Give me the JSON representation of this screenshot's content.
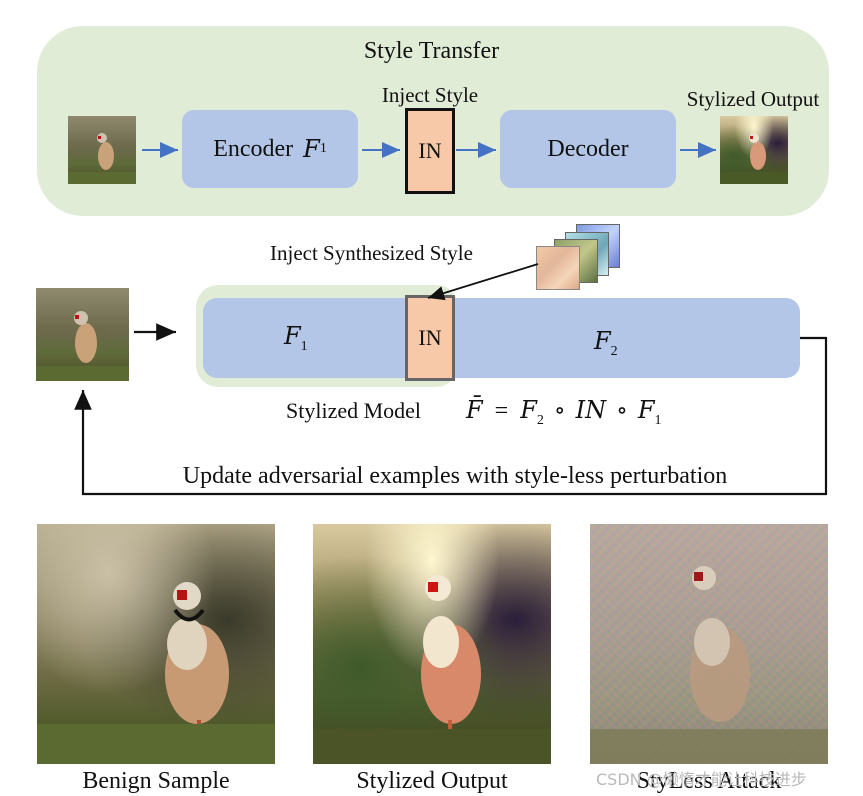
{
  "style_transfer": {
    "title": "Style Transfer",
    "encoder_label": "Encoder",
    "encoder_symbol": "F",
    "encoder_subscript": "1",
    "inject_style_label": "Inject Style",
    "in_label": "IN",
    "decoder_label": "Decoder",
    "stylized_output_label": "Stylized Output"
  },
  "stylized_model": {
    "inject_synthesized_label": "Inject Synthesized Style",
    "f1_symbol": "F",
    "f1_subscript": "1",
    "in_label": "IN",
    "f2_symbol": "F",
    "f2_subscript": "2",
    "model_label": "Stylized Model",
    "formula": {
      "lhs": "F̄",
      "eq": "=",
      "f2": "F",
      "f2_sub": "2",
      "op1": "∘",
      "in": "IN",
      "op2": "∘",
      "f1": "F",
      "f1_sub": "1"
    },
    "update_label": "Update adversarial examples with style-less perturbation"
  },
  "samples": [
    {
      "caption": "Benign Sample"
    },
    {
      "caption": "Stylized Output"
    },
    {
      "caption": "StyLess Attack"
    }
  ],
  "watermark": "CSDN @懒惰才能让科技进步",
  "colors": {
    "panel_green": "#e1ecd6",
    "block_blue": "#b4c6e7",
    "in_orange": "#f7c9a9",
    "arrow_blue": "#4472c4"
  }
}
